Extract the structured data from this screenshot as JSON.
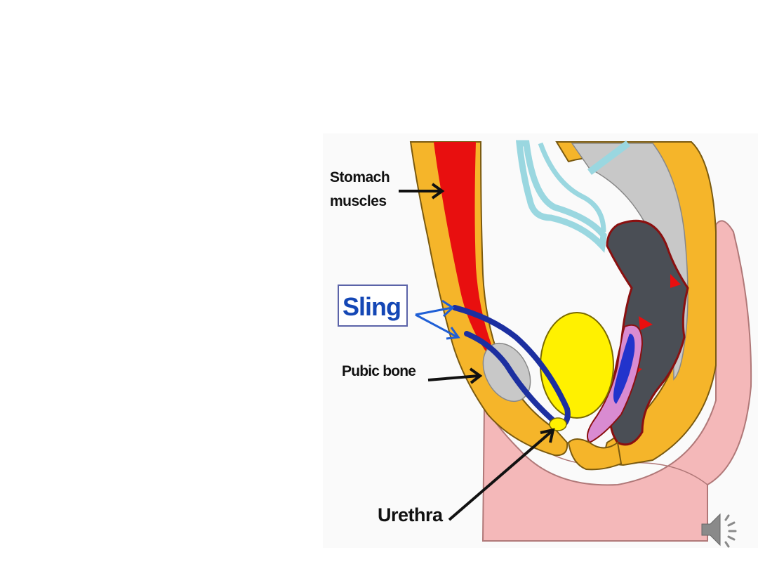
{
  "diagram": {
    "labels": {
      "stomach_line1": "Stomach",
      "stomach_line2": "muscles",
      "sling": "Sling",
      "pubic_bone": "Pubic bone",
      "urethra": "Urethra"
    },
    "colors": {
      "fat_tissue": "#f5b52a",
      "muscle": "#e80f0f",
      "skin": "#f4b8b9",
      "bladder": "#fff100",
      "bone": "#c8c8c8",
      "sling": "#1c2fa0",
      "rectum": "#4a4e55",
      "intestine_outline": "#9ad7e0",
      "label_box_border": "#5b63a8",
      "sling_text": "#1447b5",
      "arrow_blue": "#1f5fd6"
    },
    "icons": [
      "speaker-icon"
    ]
  }
}
